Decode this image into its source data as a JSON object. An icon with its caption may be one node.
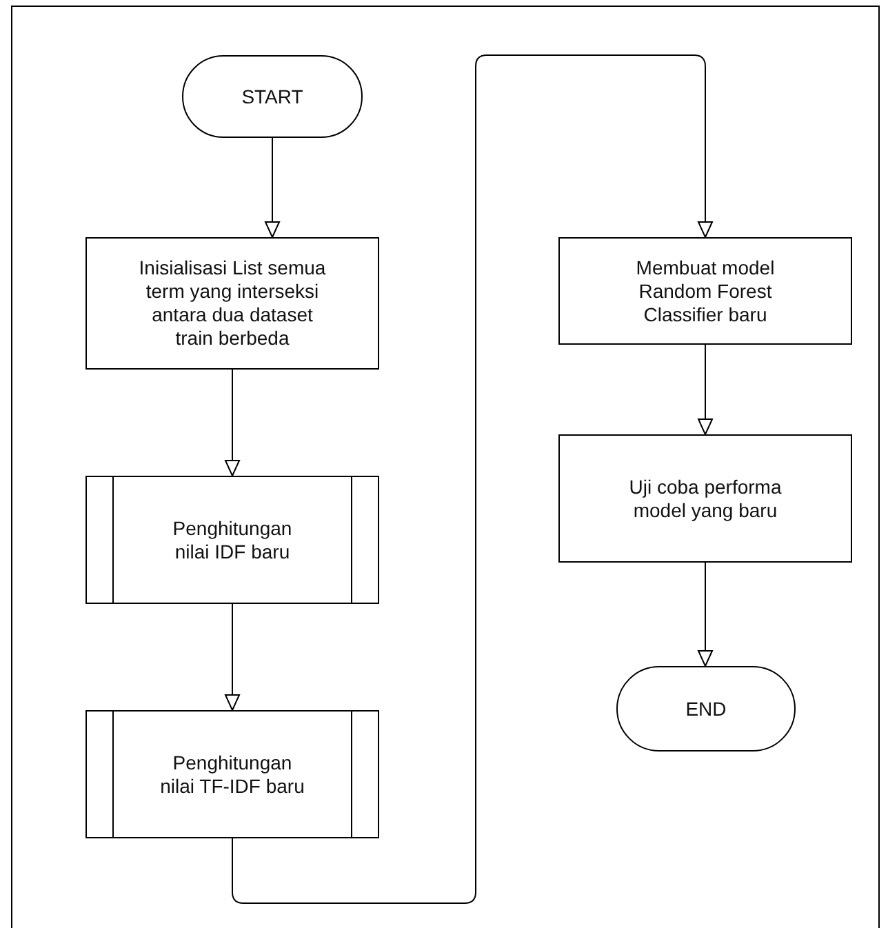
{
  "diagram": {
    "nodes": [
      {
        "text": [
          "START"
        ]
      },
      {
        "text": [
          "Inisialisasi List semua term yang interseksi antara dua dataset train berbeda"
        ]
      },
      {
        "text": [
          "Penghitungan nilai IDF baru"
        ]
      },
      {
        "text": [
          "Penghitungan nilai TF-IDF baru"
        ]
      },
      {
        "text": [
          "Membuat model Random Forest Classifier baru"
        ]
      },
      {
        "text": [
          "Uji coba performa model yang baru"
        ]
      },
      {
        "text": [
          "END"
        ]
      }
    ],
    "edges": [
      {
        "from": 0,
        "to": 1,
        "arrow": "to"
      },
      {
        "from": 1,
        "to": 2,
        "arrow": "to"
      },
      {
        "from": 2,
        "to": 3,
        "arrow": "to"
      },
      {
        "from": 3,
        "to": 4,
        "arrow": "to"
      },
      {
        "from": 4,
        "to": 5,
        "arrow": "to"
      },
      {
        "from": 5,
        "to": 6,
        "arrow": "to"
      }
    ]
  }
}
